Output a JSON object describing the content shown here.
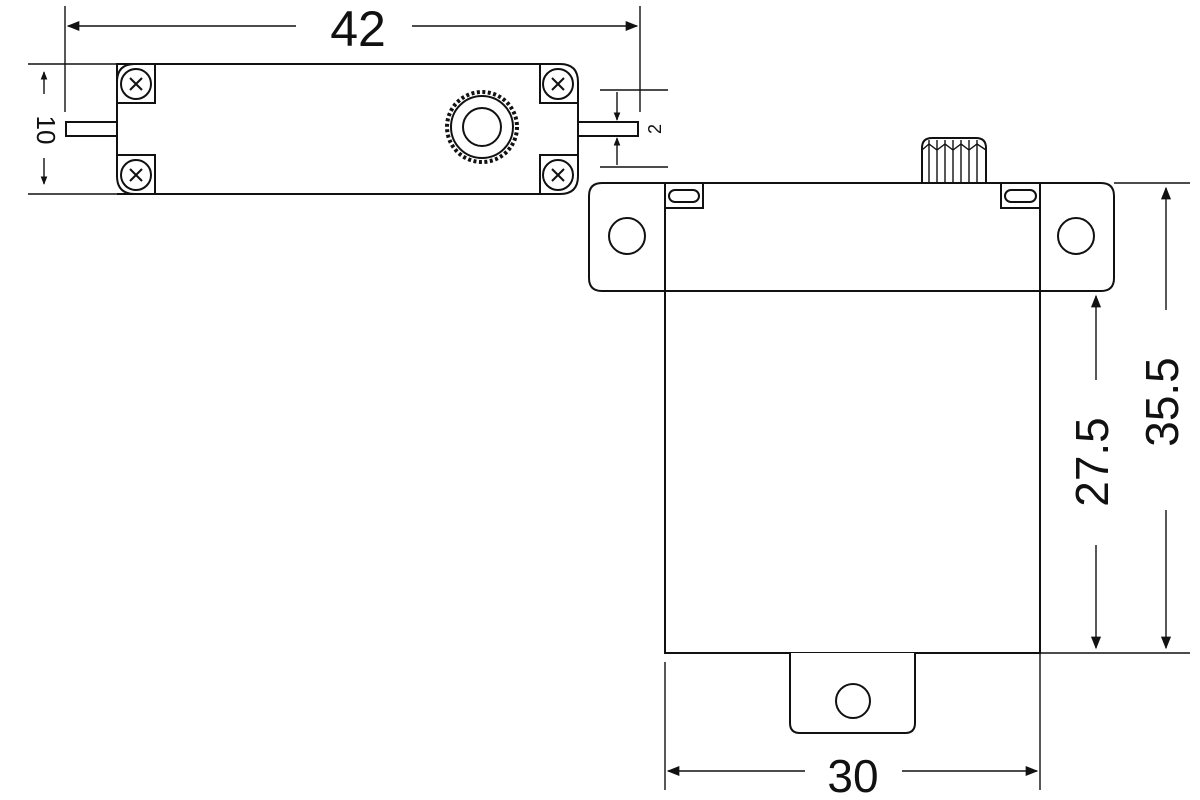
{
  "diagram": {
    "colors": {
      "stroke": "#111111",
      "background": "#ffffff"
    },
    "top_view": {
      "dims": {
        "length": "42",
        "height": "10",
        "shaft": "2"
      },
      "icons": [
        "screw-icon",
        "gear-spline-icon"
      ]
    },
    "side_view": {
      "dims": {
        "width": "30",
        "body_height": "27.5",
        "total_height": "35.5"
      },
      "icons": [
        "mounting-hole-icon",
        "spline-icon"
      ]
    }
  }
}
